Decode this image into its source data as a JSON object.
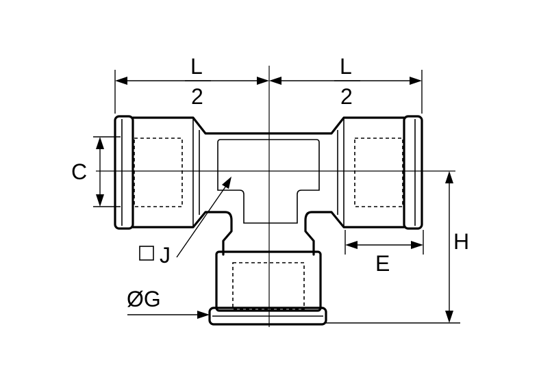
{
  "labels": {
    "half_length_left_top": "L",
    "half_length_left_bottom": "2",
    "half_length_right_top": "L",
    "half_length_right_bottom": "2",
    "dim_c": "C",
    "dim_h": "H",
    "dim_e": "E",
    "dim_j": "J",
    "dim_g": "ØG"
  }
}
